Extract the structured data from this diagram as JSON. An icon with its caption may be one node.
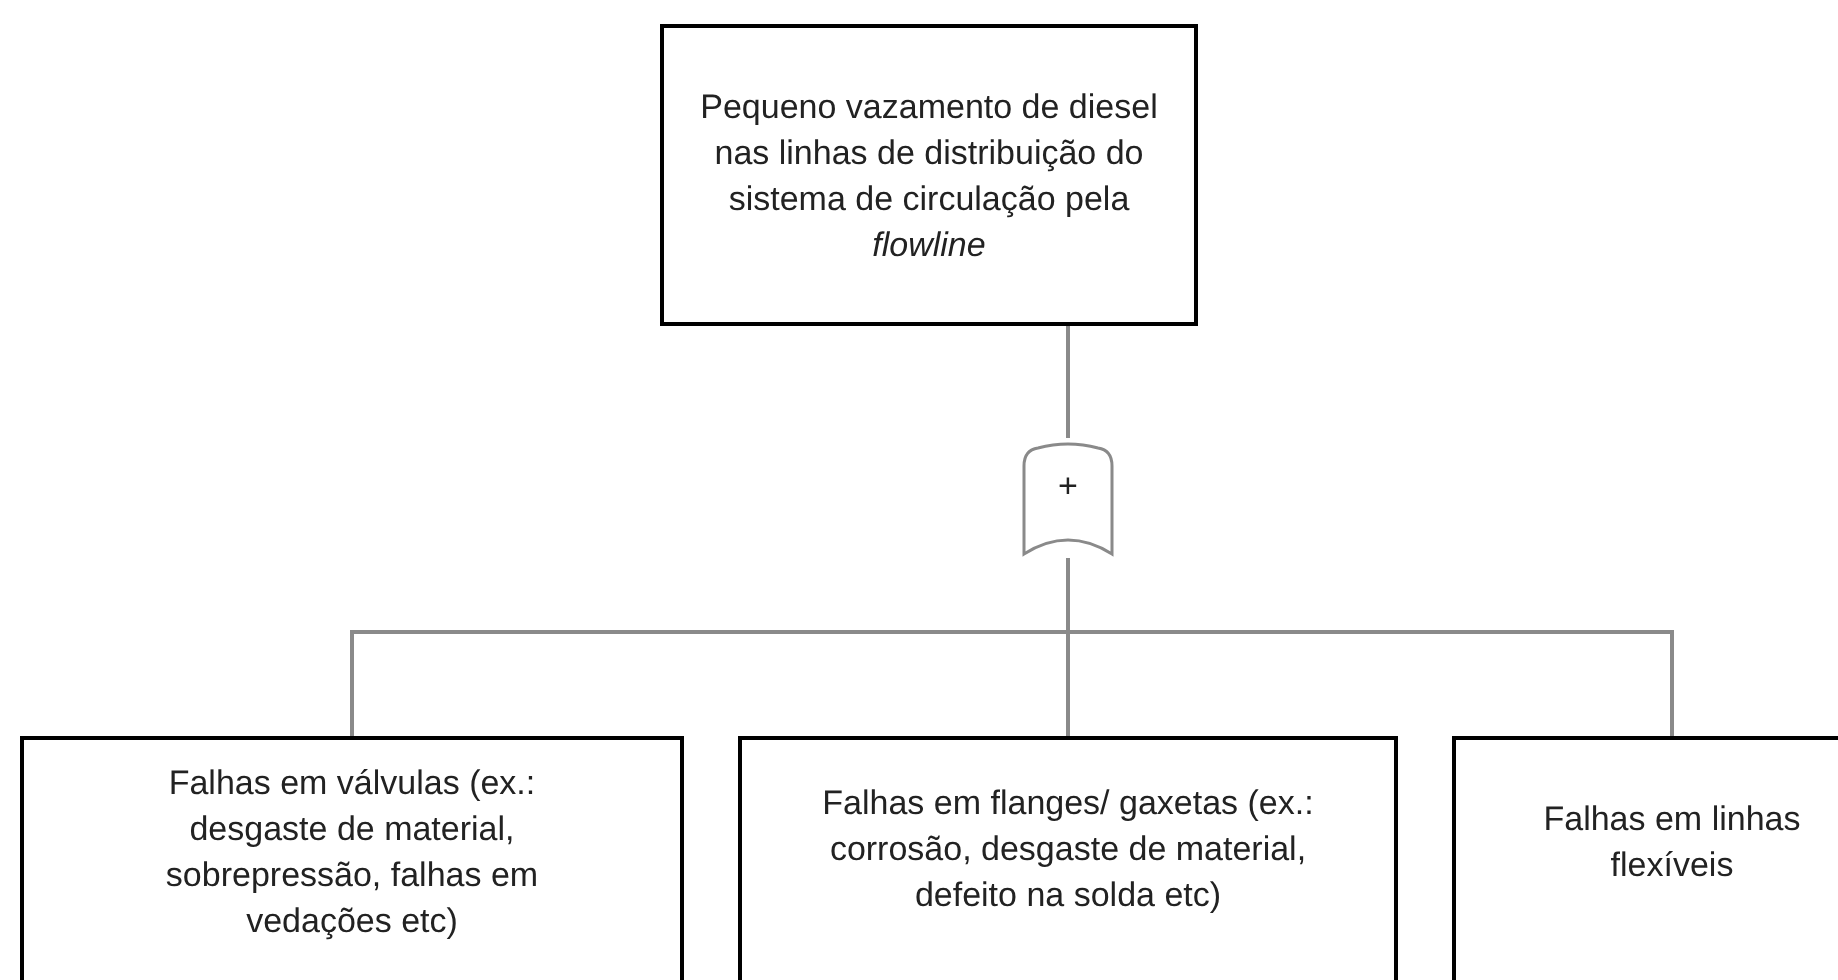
{
  "diagram": {
    "nodes": [
      {
        "text": [
          "Pequeno vazamento de diesel nas linhas de distribuição do sistema de circulação pela *flowline*"
        ]
      },
      {
        "text": [
          "+"
        ]
      },
      {
        "text": [
          "Falhas em válvulas (ex.: desgaste de material, sobrepressão, falhas em vedações etc)"
        ]
      },
      {
        "text": [
          "Falhas em flanges/ gaxetas (ex.: corrosão, desgaste de material, defeito na solda etc)"
        ]
      },
      {
        "text": [
          "Falhas em linhas flexíveis"
        ]
      }
    ],
    "edges": [
      {
        "from": 0,
        "to": 1,
        "arrow": "none"
      },
      {
        "from": 1,
        "to": 2,
        "arrow": "none"
      },
      {
        "from": 1,
        "to": 3,
        "arrow": "none"
      },
      {
        "from": 1,
        "to": 4,
        "arrow": "none"
      }
    ]
  }
}
